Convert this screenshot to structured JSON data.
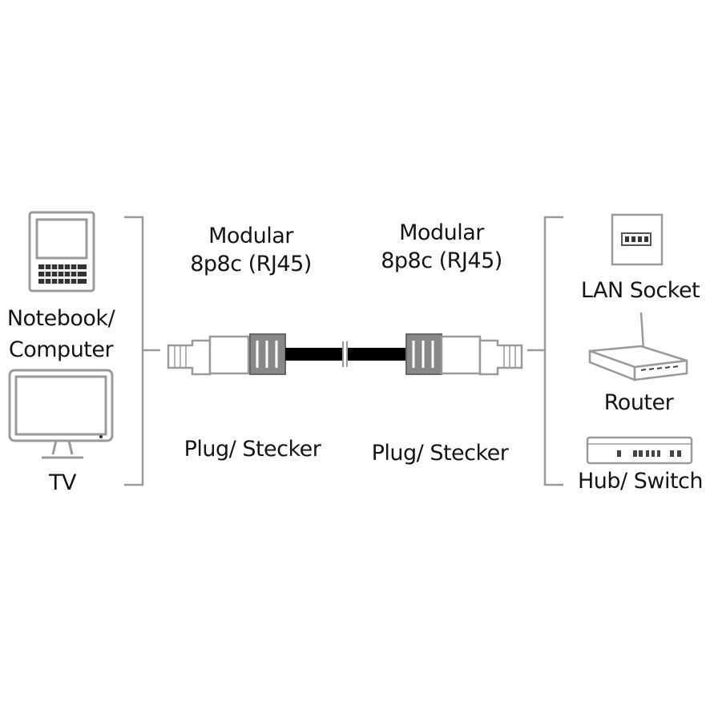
{
  "left_devices": {
    "notebook_label": "Notebook/\nComputer",
    "tv_label": "TV"
  },
  "connectors": {
    "left": {
      "type_label": "Modular\n8p8c (RJ45)",
      "gender_label": "Plug/ Stecker"
    },
    "right": {
      "type_label": "Modular\n8p8c (RJ45)",
      "gender_label": "Plug/ Stecker"
    }
  },
  "right_devices": {
    "lan_label": "LAN Socket",
    "router_label": "Router",
    "hub_label": "Hub/ Switch"
  },
  "colors": {
    "line": "#9a9a9a",
    "cable": "#000000",
    "text": "#151515"
  }
}
